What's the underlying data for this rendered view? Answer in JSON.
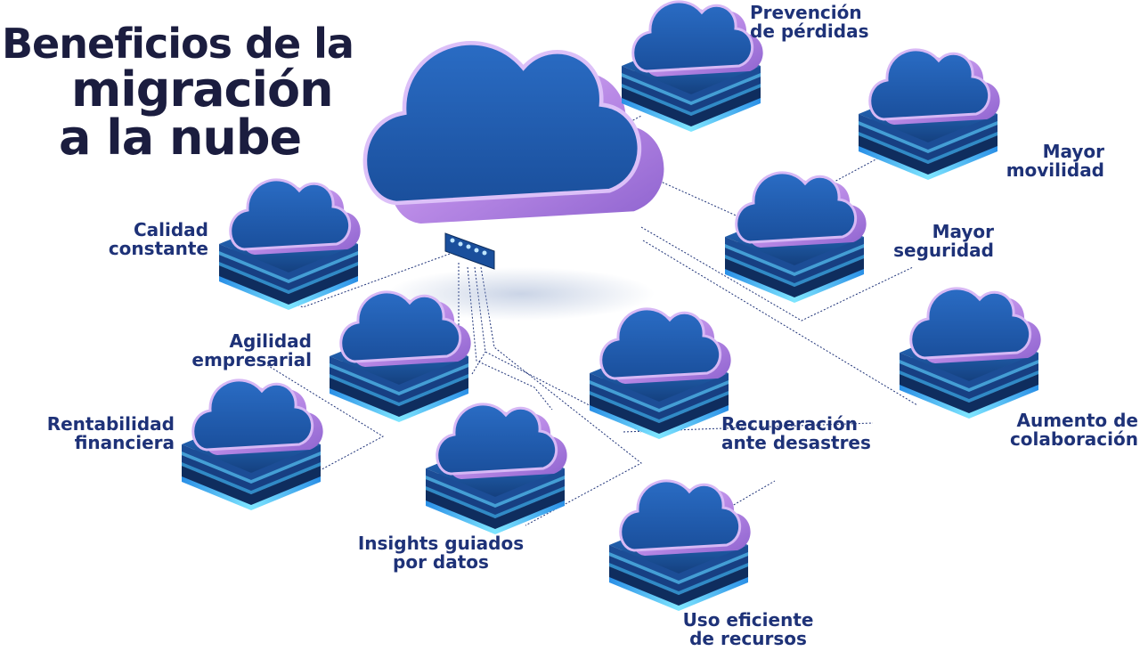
{
  "title": {
    "line1": "Beneficios de la",
    "line2": "migración",
    "line3": "a la nube"
  },
  "colors": {
    "title": "#1b1d3f",
    "label": "#1e3278",
    "cloud_face": "#1f5fb4",
    "cloud_rim": "#c9a6ec",
    "base_top": "#1f5fb4",
    "base_glow": "#35c6ff",
    "connector": "#1e3278"
  },
  "benefits": [
    {
      "key": "prevencion",
      "line1": "Prevención",
      "line2": "de pérdidas"
    },
    {
      "key": "movilidad",
      "line1": "Mayor",
      "line2": "movilidad"
    },
    {
      "key": "seguridad",
      "line1": "Mayor",
      "line2": "seguridad"
    },
    {
      "key": "calidad",
      "line1": "Calidad",
      "line2": "constante"
    },
    {
      "key": "agilidad",
      "line1": "Agilidad",
      "line2": "empresarial"
    },
    {
      "key": "rentabilidad",
      "line1": "Rentabilidad",
      "line2": "financiera"
    },
    {
      "key": "recuperacion",
      "line1": "Recuperación",
      "line2": "ante desastres"
    },
    {
      "key": "colaboracion",
      "line1": "Aumento de",
      "line2": "colaboración"
    },
    {
      "key": "insights",
      "line1": "Insights guiados",
      "line2": "por datos"
    },
    {
      "key": "recursos",
      "line1": "Uso eficiente",
      "line2": "de recursos"
    }
  ]
}
